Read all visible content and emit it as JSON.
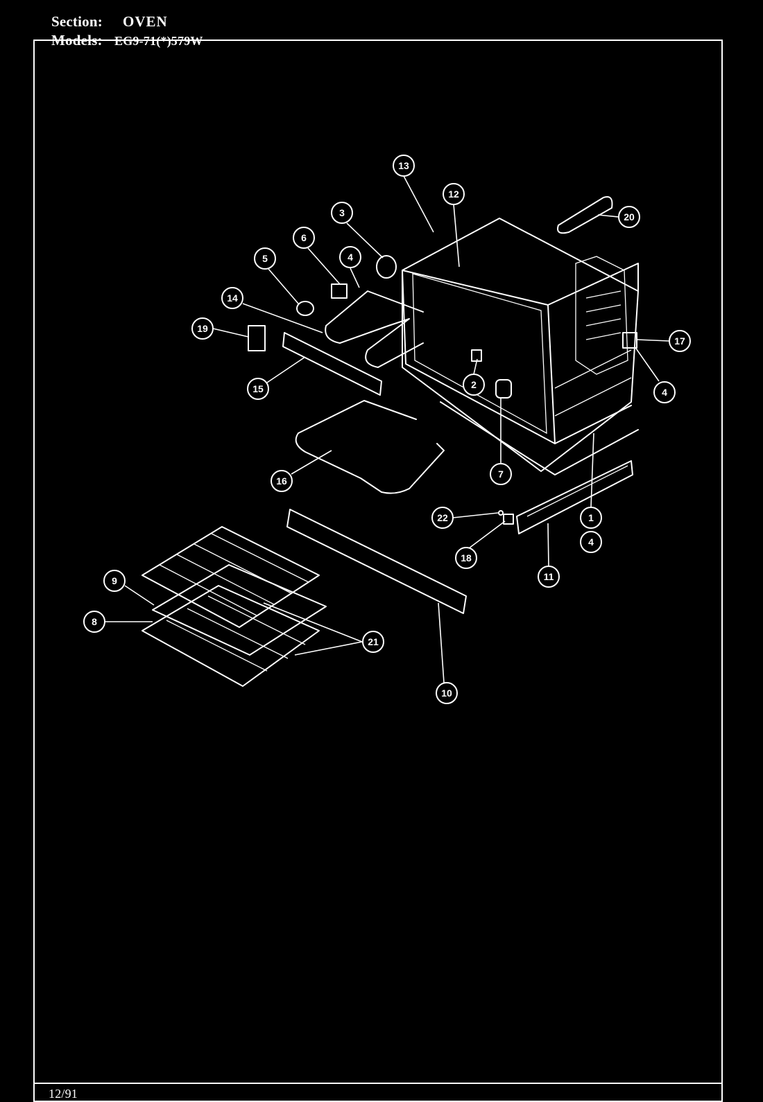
{
  "header": {
    "section_label": "Section:",
    "section_value": "OVEN",
    "models_label": "Models:",
    "models_value": "EG9-71(*)579W"
  },
  "footer": {
    "date": "12/91"
  },
  "callouts": [
    "1",
    "2",
    "3",
    "4",
    "5",
    "6",
    "7",
    "8",
    "9",
    "10",
    "11",
    "12",
    "13",
    "14",
    "15",
    "16",
    "17",
    "18",
    "19",
    "20",
    "21",
    "22"
  ]
}
